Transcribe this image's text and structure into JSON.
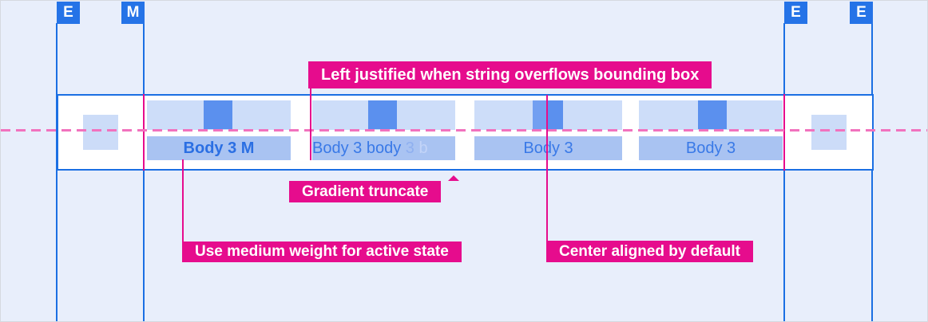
{
  "colors": {
    "canvas_bg": "#e8eefb",
    "guide_blue": "#1b6fe3",
    "marker_blue": "#2573e7",
    "annotation_magenta": "#e60c8d",
    "dashed_pink": "#f172be",
    "tab_top_bg": "#cdddf9",
    "tab_band_bg": "#a9c3f2",
    "icon_blue": "#5b90ee",
    "active_text_blue": "#2b6fe3",
    "inactive_text_blue": "#3979e7"
  },
  "markers": [
    {
      "label": "E"
    },
    {
      "label": "M"
    },
    {
      "label": "E"
    },
    {
      "label": "E"
    }
  ],
  "tabs": [
    {
      "label": "Body 3 M",
      "state": "active"
    },
    {
      "segments": [
        "Body 3 body ",
        "3 ",
        "b"
      ],
      "state": "gradient-truncated"
    },
    {
      "label": "Body 3",
      "state": "default"
    },
    {
      "label": "Body 3",
      "state": "default"
    }
  ],
  "annotations": {
    "left_justified": "Left justified when string overflows bounding box",
    "gradient_truncate": "Gradient truncate",
    "medium_weight": "Use medium weight for active state",
    "center_aligned": "Center aligned by default"
  }
}
